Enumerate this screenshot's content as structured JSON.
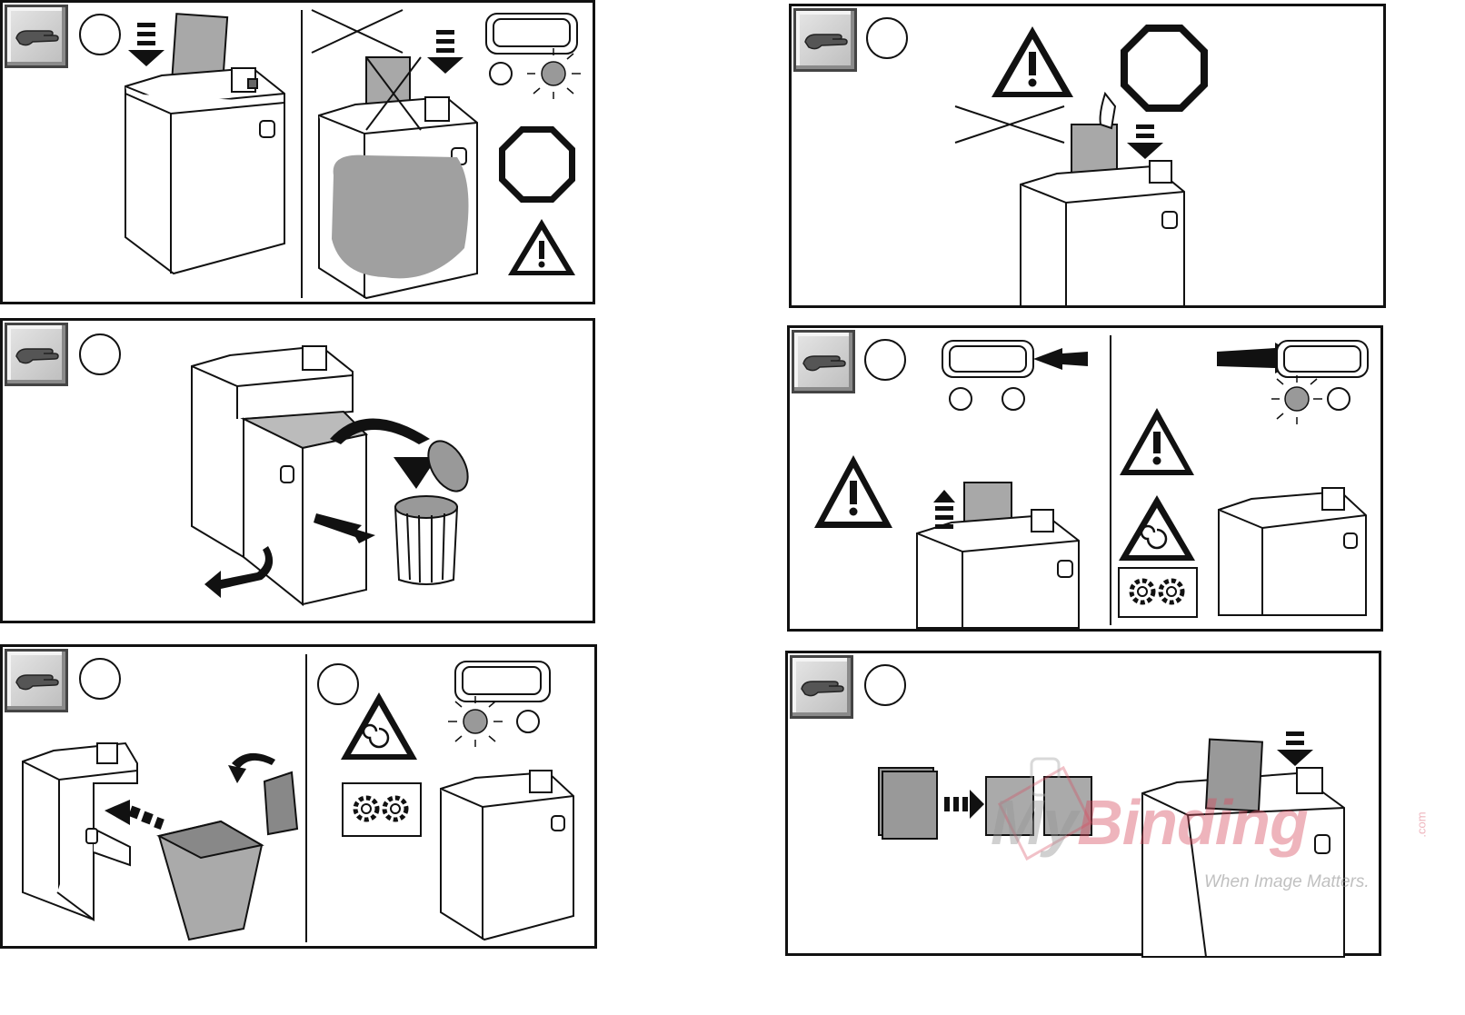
{
  "panels": [
    {
      "id": "1",
      "step_label": "",
      "step_label_right": ""
    },
    {
      "id": "2",
      "step_label": ""
    },
    {
      "id": "3",
      "step_label": "",
      "step_label_right": ""
    },
    {
      "id": "4",
      "step_label": ""
    },
    {
      "id": "5",
      "step_label": ""
    },
    {
      "id": "6",
      "step_label": ""
    }
  ],
  "icons": {
    "control": "hand-icon",
    "warning": "warning-triangle-icon",
    "stop": "stop-octagon-icon",
    "rotation": "rotation-hazard-icon",
    "gears": "gears-icon",
    "bin": "waste-bin-icon",
    "led": "indicator-led-icon"
  },
  "watermark": {
    "brand_part1": "My",
    "brand_part2": "Binding",
    "suffix": ".com",
    "tagline": "When Image Matters."
  }
}
